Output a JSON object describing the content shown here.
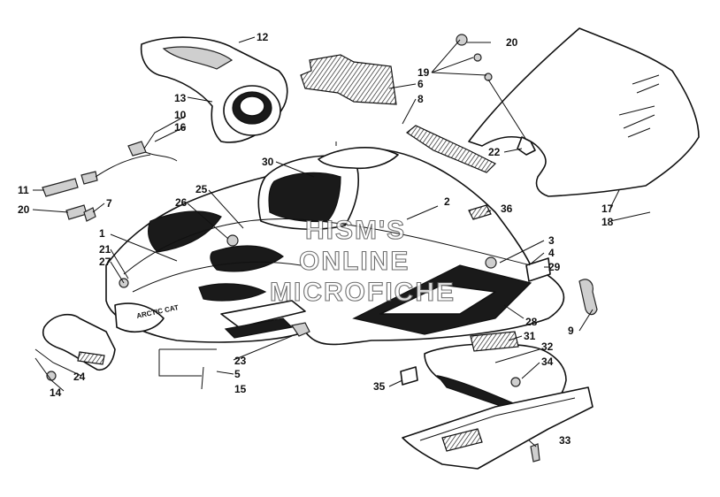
{
  "watermark": [
    "HISM'S",
    "ONLINE",
    "MICROFICHE"
  ],
  "decal_text": "ARCTIC CAT",
  "callouts": [
    "1",
    "2",
    "3",
    "4",
    "5",
    "6",
    "7",
    "8",
    "9",
    "10",
    "11",
    "12",
    "13",
    "14",
    "15",
    "16",
    "17",
    "18",
    "19",
    "20",
    "21",
    "22",
    "23",
    "24",
    "25",
    "26",
    "27",
    "28",
    "29",
    "30",
    "31",
    "32",
    "33",
    "34",
    "35",
    "36"
  ],
  "callout_labels": [
    {
      "text": "12"
    },
    {
      "text": "13"
    },
    {
      "text": "10"
    },
    {
      "text": "16"
    },
    {
      "text": "11"
    },
    {
      "text": "20"
    },
    {
      "text": "7"
    },
    {
      "text": "1"
    },
    {
      "text": "21"
    },
    {
      "text": "27"
    },
    {
      "text": "25"
    },
    {
      "text": "26"
    },
    {
      "text": "30"
    },
    {
      "text": "6"
    },
    {
      "text": "8"
    },
    {
      "text": "19"
    },
    {
      "text": "20"
    },
    {
      "text": "22"
    },
    {
      "text": "17"
    },
    {
      "text": "18"
    },
    {
      "text": "2"
    },
    {
      "text": "36"
    },
    {
      "text": "3"
    },
    {
      "text": "4"
    },
    {
      "text": "29"
    },
    {
      "text": "28"
    },
    {
      "text": "9"
    },
    {
      "text": "31"
    },
    {
      "text": "32"
    },
    {
      "text": "34"
    },
    {
      "text": "35"
    },
    {
      "text": "33"
    },
    {
      "text": "23"
    },
    {
      "text": "5"
    },
    {
      "text": "15"
    },
    {
      "text": "24"
    },
    {
      "text": "14"
    }
  ]
}
